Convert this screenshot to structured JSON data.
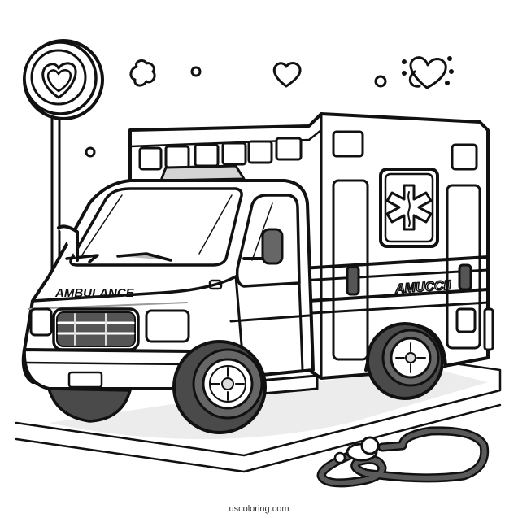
{
  "illustration": {
    "subject": "ambulance coloring page",
    "front_label": "AMBULANCE",
    "side_label": "AMUCCII",
    "side_emblem": "star-of-life-icon",
    "sign_emblem": "heart-icon",
    "props": [
      "heart-sign",
      "stethoscope",
      "floor-mat"
    ],
    "decorations": [
      "cloud-doodle",
      "small-circle",
      "heart-outline",
      "small-circle",
      "heart-sparkle"
    ]
  },
  "footer": {
    "watermark": "uscoloring.com"
  },
  "colors": {
    "line": "#111111",
    "fill": "#ffffff",
    "shade": "#c8c8c8",
    "tire": "#4a4a4a",
    "grille": "#555555"
  }
}
